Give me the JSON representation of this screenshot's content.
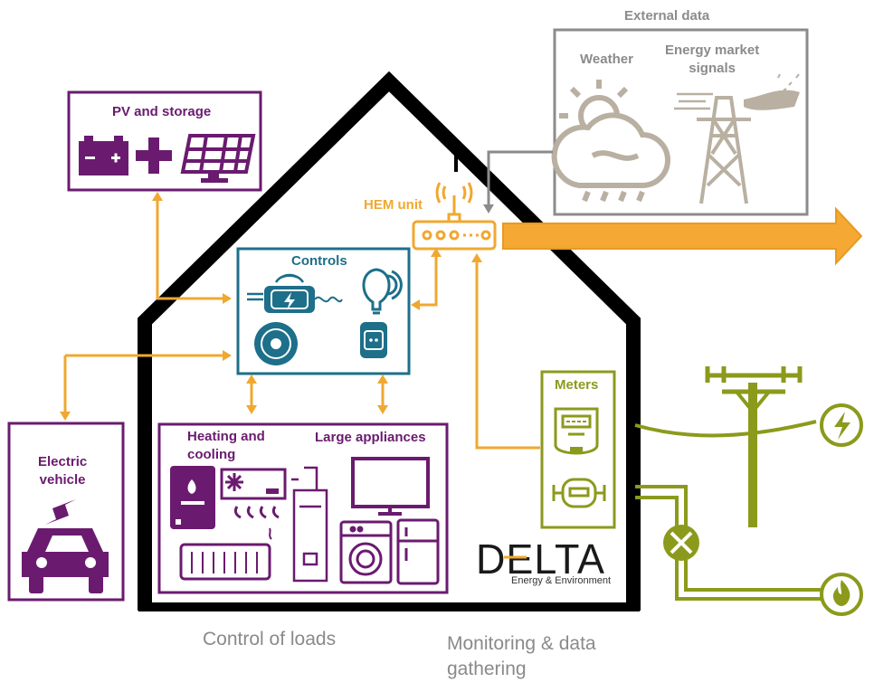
{
  "labels": {
    "external_data": "External data",
    "weather": "Weather",
    "energy_market_signals": "Energy market\nsignals",
    "pv_storage": "PV and storage",
    "hem_unit": "HEM unit",
    "controls": "Controls",
    "electric_vehicle": "Electric\nvehicle",
    "heating_cooling": "Heating and\ncooling",
    "large_appliances": "Large appliances",
    "meters": "Meters",
    "control_of_loads": "Control of loads",
    "monitoring": "Monitoring & data\ngathering",
    "logo_delta": "DELTA",
    "logo_sub": "Energy & Environment"
  },
  "colors": {
    "purple": "#6a1b6f",
    "teal": "#1d6f8a",
    "orange": "#f0a830",
    "olive": "#8c9a1c",
    "grey": "#8b8b8b",
    "house": "#000000"
  },
  "icons": [
    "battery-icon",
    "plus-icon",
    "solar-panel-icon",
    "weather-cloud-icon",
    "power-pylon-icon",
    "router-icon",
    "smart-plug-icon",
    "bulb-icon",
    "thermostat-icon",
    "socket-icon",
    "car-icon",
    "boiler-icon",
    "air-conditioner-icon",
    "water-heater-icon",
    "radiator-icon",
    "tv-icon",
    "washing-machine-icon",
    "fridge-icon",
    "electric-meter-icon",
    "gas-meter-icon",
    "utility-pole-icon",
    "electricity-icon",
    "gas-flame-icon",
    "gas-valve-icon"
  ]
}
